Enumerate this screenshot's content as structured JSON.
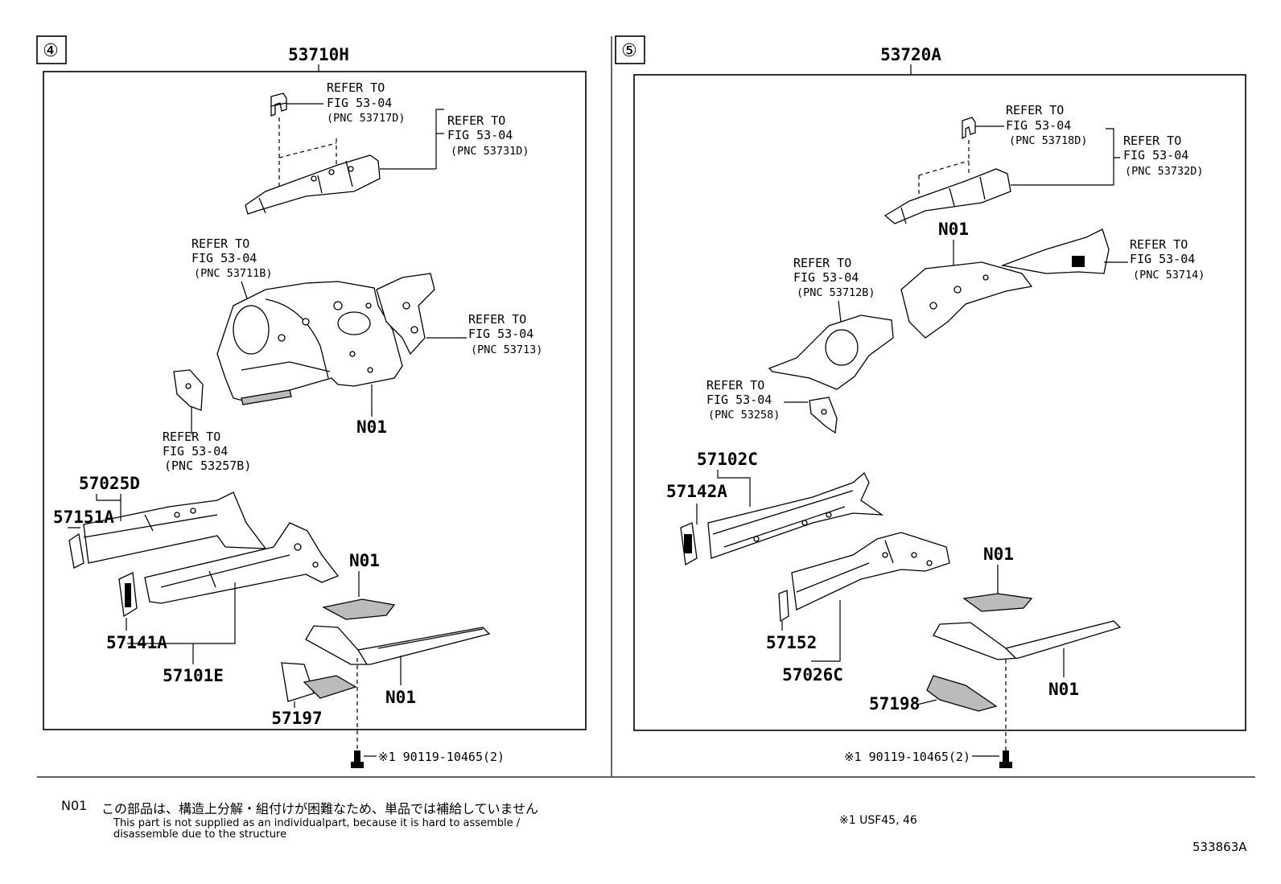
{
  "panels": [
    {
      "circle": "④",
      "title": "53710H",
      "refs": [
        {
          "l1": "REFER TO",
          "l2": "FIG 53-04",
          "pnc": "(PNC 53717D)"
        },
        {
          "l1": "REFER TO",
          "l2": "FIG 53-04",
          "pnc": "(PNC 53731D)"
        },
        {
          "l1": "REFER TO",
          "l2": "FIG 53-04",
          "pnc": "(PNC 53711B)"
        },
        {
          "l1": "REFER TO",
          "l2": "FIG 53-04",
          "pnc": "(PNC 53713)"
        },
        {
          "l1": "REFER TO",
          "l2": "FIG 53-04",
          "pnc": "(PNC 53257B)"
        }
      ],
      "parts": {
        "n01_a": "N01",
        "p57025d": "57025D",
        "p57151a": "57151A",
        "n01_b": "N01",
        "p57141a": "57141A",
        "p57101e": "57101E",
        "n01_c": "N01",
        "p57197": "57197"
      },
      "bolt": "※1 90119-10465(2)"
    },
    {
      "circle": "⑤",
      "title": "53720A",
      "refs": [
        {
          "l1": "REFER TO",
          "l2": "FIG 53-04",
          "pnc": "(PNC 53718D)"
        },
        {
          "l1": "REFER TO",
          "l2": "FIG 53-04",
          "pnc": "(PNC 53732D)"
        },
        {
          "l1": "REFER TO",
          "l2": "FIG 53-04",
          "pnc": "(PNC 53714)"
        },
        {
          "l1": "REFER TO",
          "l2": "FIG 53-04",
          "pnc": "(PNC 53712B)"
        },
        {
          "l1": "REFER TO",
          "l2": "FIG 53-04",
          "pnc": "(PNC 53258)"
        }
      ],
      "parts": {
        "n01_a": "N01",
        "p57102c": "57102C",
        "p57142a": "57142A",
        "n01_b": "N01",
        "p57152": "57152",
        "p57026c": "57026C",
        "p57198": "57198",
        "n01_c": "N01"
      },
      "bolt": "※1 90119-10465(2)"
    }
  ],
  "footer": {
    "code": "N01",
    "jp": "この部品は、構造上分解・組付けが困難なため、単品では補給していません",
    "en1": "This part is not supplied as an individualpart, because it is hard to assemble /",
    "en2": "disassemble due to the structure",
    "note": "※1  USF45, 46",
    "fig_id": "533863A"
  }
}
